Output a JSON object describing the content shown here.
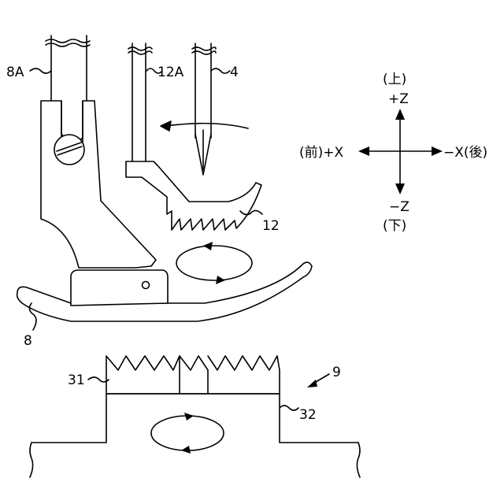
{
  "labels": {
    "presser_shank": "8A",
    "feed_dog_bar": "12A",
    "needle": "4",
    "feed_dog_upper": "12",
    "presser_foot": "8",
    "feed_unit": "9",
    "feed_teeth": "31",
    "feed_base": "32"
  },
  "axes": {
    "up_label": "(上)",
    "plus_z": "+Z",
    "front_label": "(前)+X",
    "minus_x": "−X(後)",
    "minus_z": "−Z",
    "down_label": "(下)"
  }
}
